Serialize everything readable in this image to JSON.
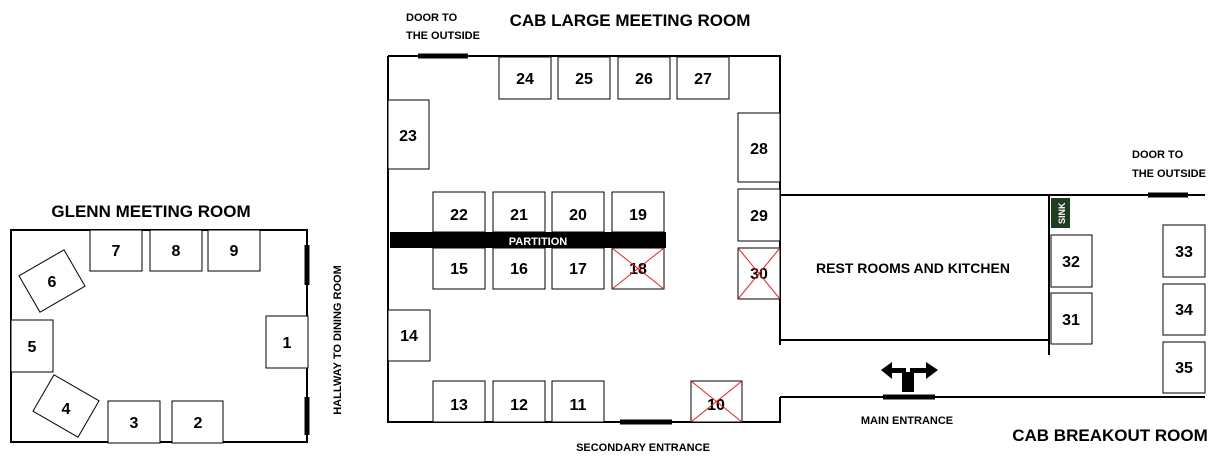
{
  "rooms": {
    "cab_large": "CAB LARGE MEETING ROOM",
    "glenn": "GLENN MEETING ROOM",
    "cab_breakout": "CAB BREAKOUT ROOM",
    "rest_rooms": "REST ROOMS AND KITCHEN"
  },
  "labels": {
    "door_outside_left_1": "DOOR TO",
    "door_outside_left_2": "THE OUTSIDE",
    "door_outside_right_1": "DOOR TO",
    "door_outside_right_2": "THE OUTSIDE",
    "hallway": "HALLWAY TO DINING ROOM",
    "partition": "PARTITION",
    "sink": "SINK",
    "secondary_entrance": "SECONDARY ENTRANCE",
    "main_entrance": "MAIN ENTRANCE"
  },
  "booths": [
    {
      "number": "1",
      "unavailable": false
    },
    {
      "number": "2",
      "unavailable": false
    },
    {
      "number": "3",
      "unavailable": false
    },
    {
      "number": "4",
      "unavailable": false
    },
    {
      "number": "5",
      "unavailable": false
    },
    {
      "number": "6",
      "unavailable": false
    },
    {
      "number": "7",
      "unavailable": false
    },
    {
      "number": "8",
      "unavailable": false
    },
    {
      "number": "9",
      "unavailable": false
    },
    {
      "number": "10",
      "unavailable": true
    },
    {
      "number": "11",
      "unavailable": false
    },
    {
      "number": "12",
      "unavailable": false
    },
    {
      "number": "13",
      "unavailable": false
    },
    {
      "number": "14",
      "unavailable": false
    },
    {
      "number": "15",
      "unavailable": false
    },
    {
      "number": "16",
      "unavailable": false
    },
    {
      "number": "17",
      "unavailable": false
    },
    {
      "number": "18",
      "unavailable": true
    },
    {
      "number": "19",
      "unavailable": false
    },
    {
      "number": "20",
      "unavailable": false
    },
    {
      "number": "21",
      "unavailable": false
    },
    {
      "number": "22",
      "unavailable": false
    },
    {
      "number": "23",
      "unavailable": false
    },
    {
      "number": "24",
      "unavailable": false
    },
    {
      "number": "25",
      "unavailable": false
    },
    {
      "number": "26",
      "unavailable": false
    },
    {
      "number": "27",
      "unavailable": false
    },
    {
      "number": "28",
      "unavailable": false
    },
    {
      "number": "29",
      "unavailable": false
    },
    {
      "number": "30",
      "unavailable": true
    },
    {
      "number": "31",
      "unavailable": false
    },
    {
      "number": "32",
      "unavailable": false
    },
    {
      "number": "33",
      "unavailable": false
    },
    {
      "number": "34",
      "unavailable": false
    },
    {
      "number": "35",
      "unavailable": false
    }
  ],
  "colors": {
    "wall": "#000000",
    "unavailable_mark": "#e02020",
    "sink_bg": "#1f3d1f"
  },
  "icons": {
    "main_entrance": "split-arrow-icon"
  }
}
